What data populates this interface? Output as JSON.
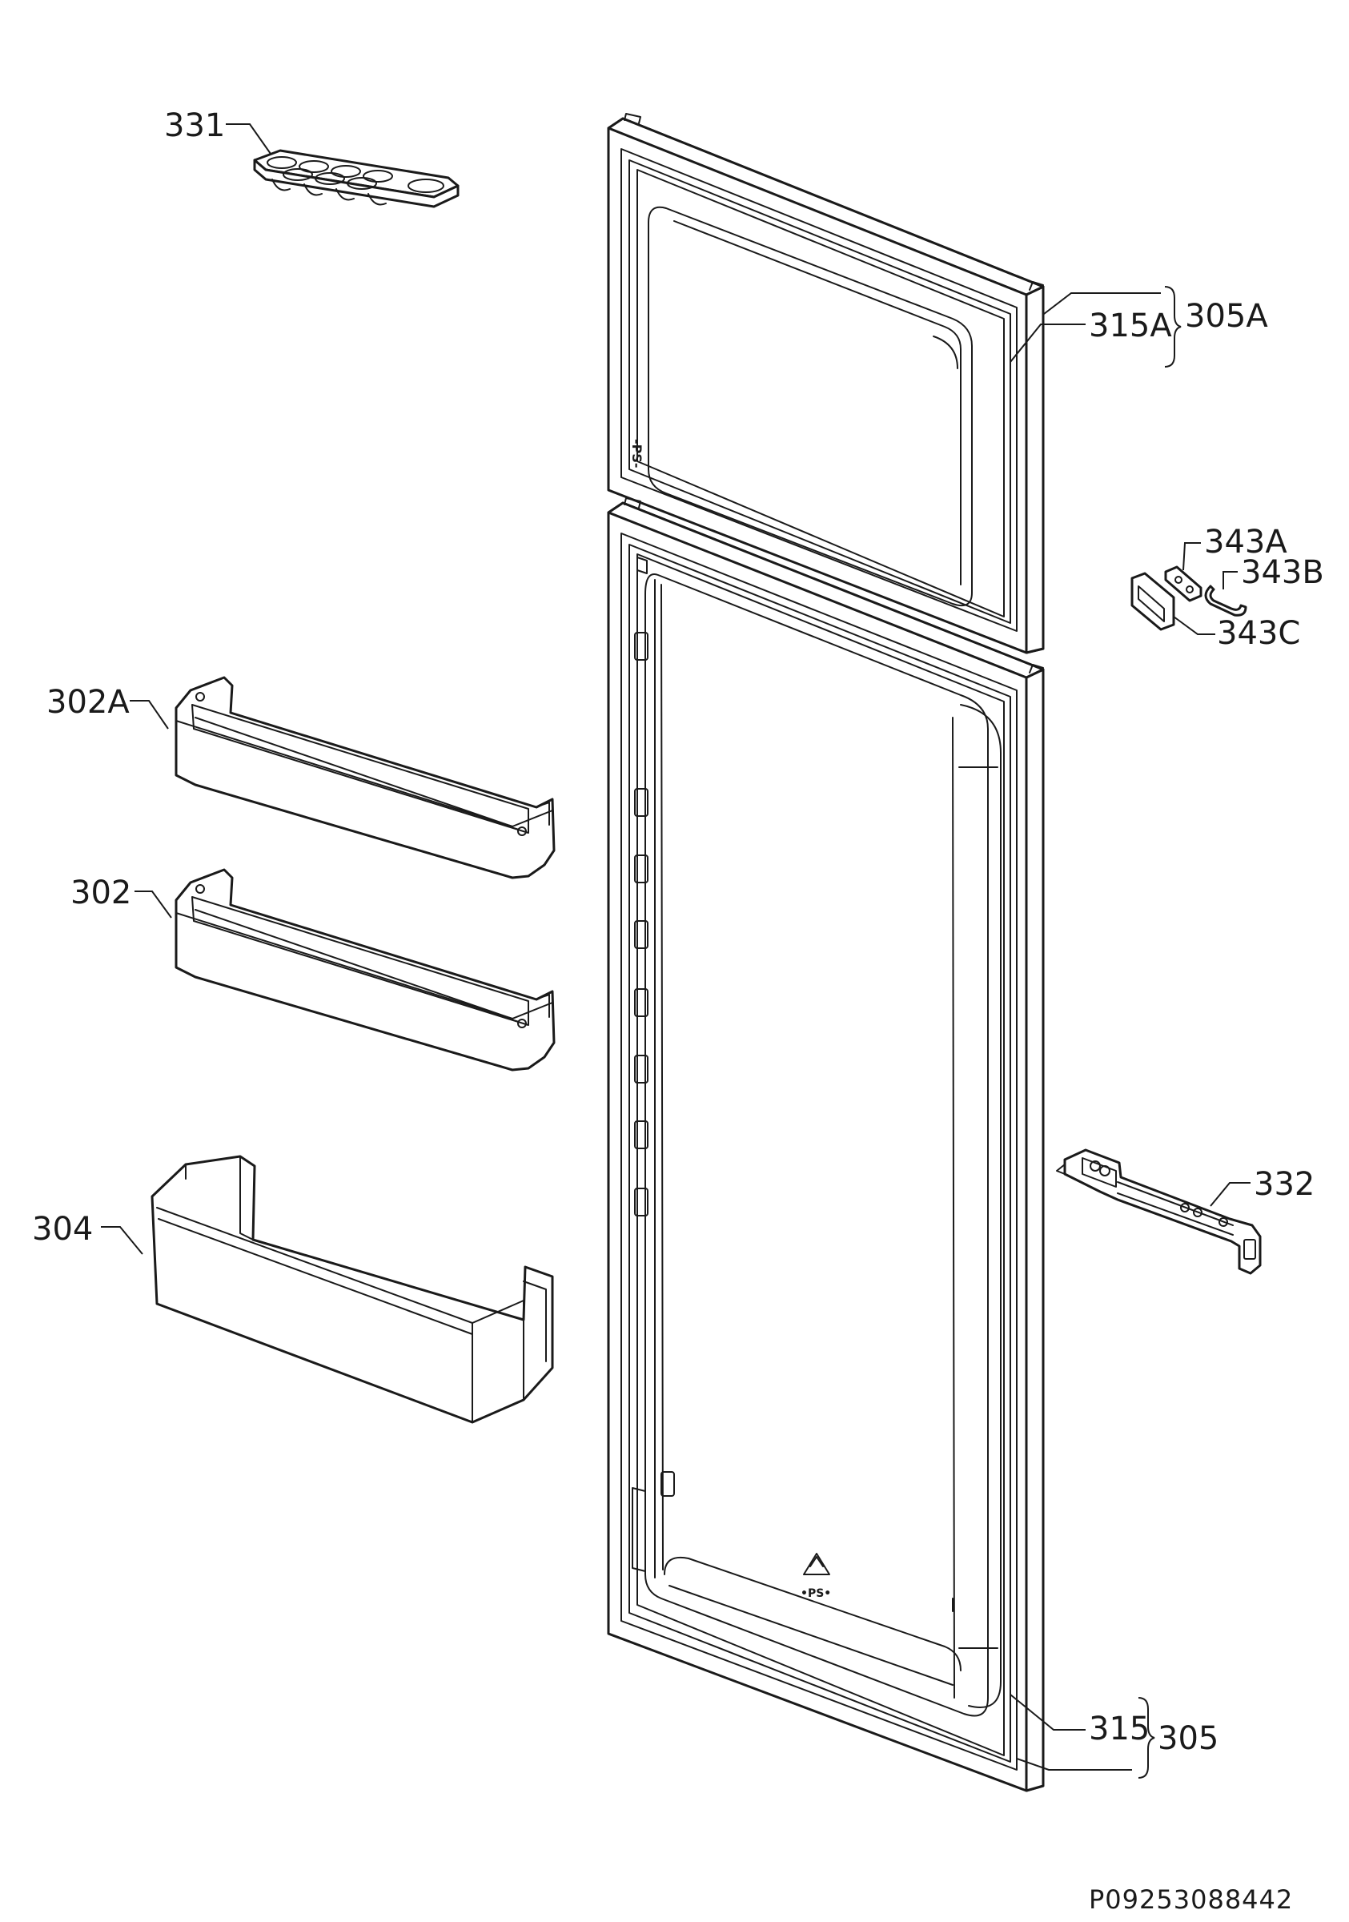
{
  "labels": {
    "p331": "331",
    "p305a": "305A",
    "p315a": "315A",
    "p343a": "343A",
    "p343b": "343B",
    "p343c": "343C",
    "p302a": "302A",
    "p302": "302",
    "p304": "304",
    "p332": "332",
    "p315": "315",
    "p305": "305"
  },
  "embossed": {
    "freezer_mark": "-PS-",
    "fridge_mark": "•PS•"
  },
  "drawing_code": "P09253088442"
}
